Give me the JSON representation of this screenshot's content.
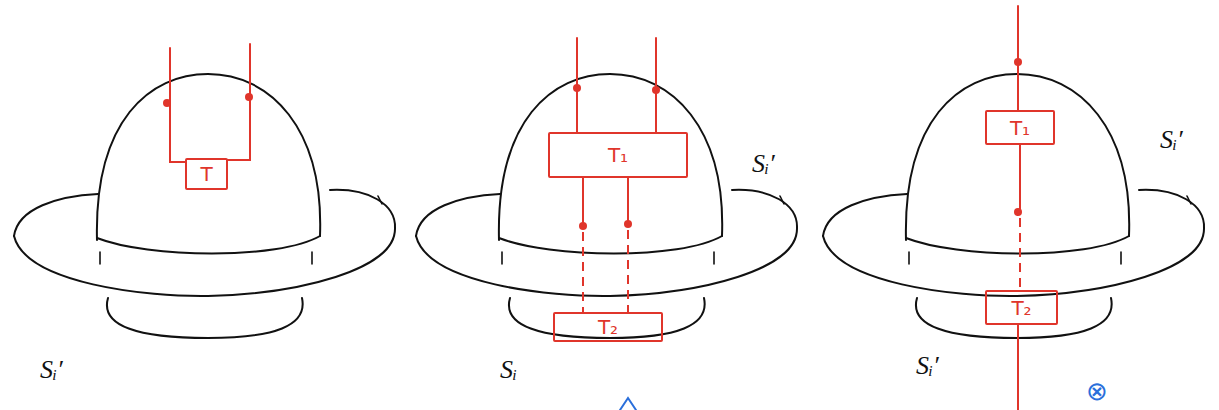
{
  "diagram": {
    "nodes": [
      {
        "text": [
          "T"
        ]
      },
      {
        "text": [
          "T₁"
        ]
      },
      {
        "text": [
          "T₂"
        ]
      },
      {
        "text": [
          "T₁"
        ]
      },
      {
        "text": [
          "T₂"
        ]
      }
    ],
    "edges": [
      {
        "from": 1,
        "to": 2,
        "arrow": "none"
      },
      {
        "from": 1,
        "to": 2,
        "arrow": "none"
      },
      {
        "from": 3,
        "to": 4,
        "arrow": "none"
      }
    ],
    "labels": [
      "Sᵢ′",
      "Sᵢ′",
      "Sᵢ",
      "Sᵢ′",
      "Sᵢ′",
      "⊗"
    ]
  }
}
